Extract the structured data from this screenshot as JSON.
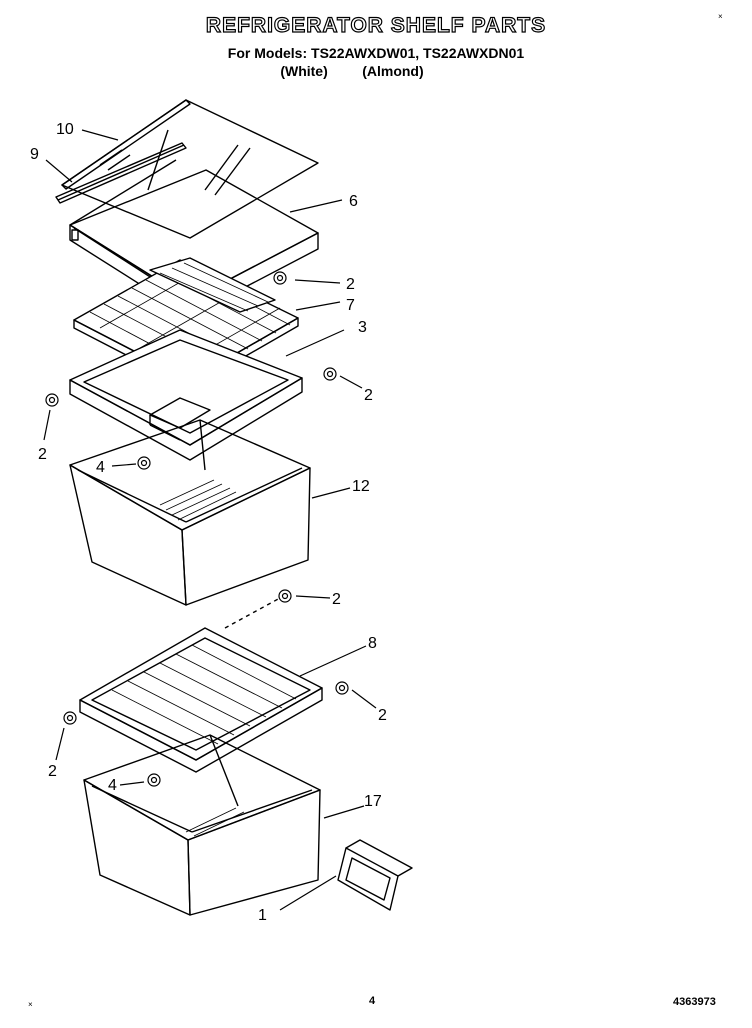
{
  "header": {
    "title": "REFRIGERATOR SHELF PARTS",
    "models": "For Models: TS22AWXDW01, TS22AWXDN01",
    "color_white": "(White)",
    "color_almond": "(Almond)"
  },
  "callouts": {
    "c10": "10",
    "c9": "9",
    "c6": "6",
    "c2a": "2",
    "c7": "7",
    "c3": "3",
    "c2b": "2",
    "c2c": "2",
    "c4a": "4",
    "c12": "12",
    "c2d": "2",
    "c8": "8",
    "c2e": "2",
    "c2f": "2",
    "c4b": "4",
    "c17": "17",
    "c1": "1"
  },
  "footer": {
    "page_number": "4",
    "doc_number": "4363973"
  }
}
